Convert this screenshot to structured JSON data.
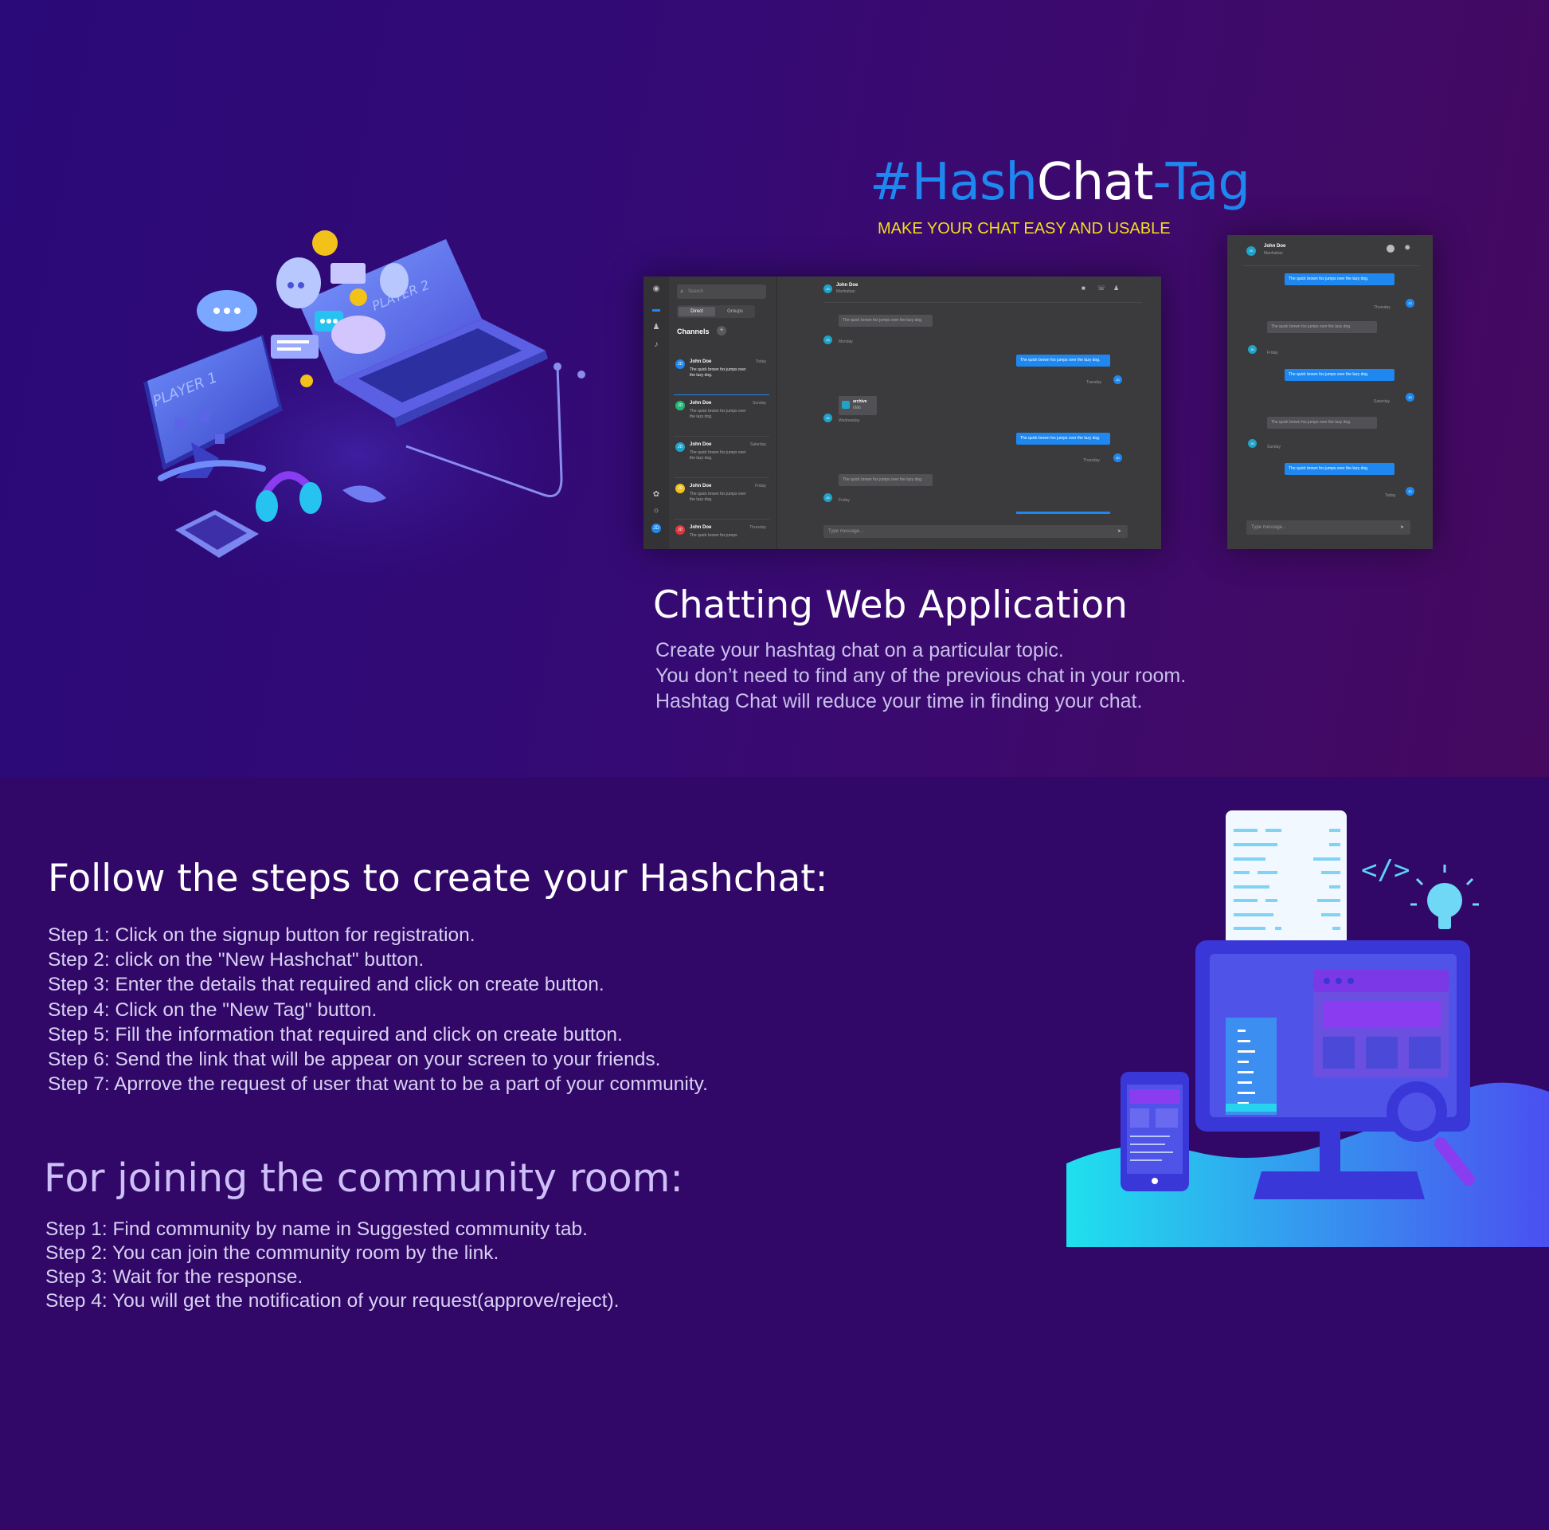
{
  "brand": {
    "hash": "#",
    "part1": "Hash",
    "part2": "Chat",
    "part3": "-Tag",
    "tagline": "MAKE YOUR CHAT EASY AND USABLE",
    "colors": {
      "blue": "#1e88f0",
      "white": "#ffffff",
      "yellow": "#f2df1a"
    }
  },
  "desktop_mock": {
    "search_placeholder": "Search",
    "tabs": [
      "Direct",
      "Groups"
    ],
    "channels_label": "Channels",
    "contacts": [
      {
        "initials": "JD",
        "name": "John Doe",
        "day": "Today",
        "preview": "The quick brown fox jumps over the lazy dog.",
        "color": "#1e88f0"
      },
      {
        "initials": "JD",
        "name": "John Doe",
        "day": "Sunday",
        "preview": "The quick brown fox jumps over the lazy dog.",
        "color": "#22b573"
      },
      {
        "initials": "JD",
        "name": "John Doe",
        "day": "Saturday",
        "preview": "The quick brown fox jumps over the lazy dog.",
        "color": "#1fa3c9"
      },
      {
        "initials": "JD",
        "name": "John Doe",
        "day": "Friday",
        "preview": "The quick brown fox jumps over the lazy dog.",
        "color": "#f2c21a"
      },
      {
        "initials": "JD",
        "name": "John Doe",
        "day": "Thursday",
        "preview": "The quick brown fox jumps",
        "color": "#e0353b"
      }
    ],
    "user_initials": "JD",
    "chat_header": {
      "initials": "JD",
      "name": "John Doe",
      "location": "Manhattan"
    },
    "messages": {
      "in1": "The quick brown fox jumps over the lazy dog.",
      "in1_day": "Monday",
      "out1": "The quick brown fox jumps over the lazy dog.",
      "out1_day": "Tuesday",
      "file_name": "archive",
      "file_size": "6Mb",
      "file_day": "Wednesday",
      "out2": "The quick brown fox jumps over the lazy dog.",
      "out2_day": "Thursday",
      "in2": "The quick brown fox jumps over the lazy dog.",
      "in2_day": "Friday",
      "avatar_initials": "JD"
    },
    "compose_placeholder": "Type message..."
  },
  "mobile_mock": {
    "header": {
      "initials": "JD",
      "name": "John Doe",
      "location": "Manhattan"
    },
    "messages": [
      {
        "text": "The quick brown fox jumps over the lazy dog.",
        "day": "Thursday",
        "dir": "out"
      },
      {
        "text": "The quick brown fox jumps over the lazy dog.",
        "day": "Friday",
        "dir": "in"
      },
      {
        "text": "The quick brown fox jumps over the lazy dog.",
        "day": "Saturday",
        "dir": "out"
      },
      {
        "text": "The quick brown fox jumps over the lazy dog.",
        "day": "Sunday",
        "dir": "in"
      },
      {
        "text": "The quick brown fox jumps over the lazy dog.",
        "day": "Today",
        "dir": "out"
      }
    ],
    "avatar_initials": "JD",
    "compose_placeholder": "Type message..."
  },
  "hero": {
    "title": "Chatting Web Application",
    "desc": [
      "Create your hashtag chat on a particular topic.",
      "You don’t need to find any of the previous chat in your room.",
      "Hashtag Chat will reduce your time in finding your chat."
    ]
  },
  "illustration": {
    "player1": "PLAYER 1",
    "player2": "PLAYER 2",
    "code_tag": "</>"
  },
  "create_section": {
    "title": "Follow the steps to create your Hashchat:",
    "steps": [
      "Step 1: Click on the signup button for registration.",
      "Step 2: click on the \"New Hashchat\" button.",
      "Step 3: Enter the details that required and click on create button.",
      "Step 4: Click on the \"New Tag\" button.",
      "Step 5: Fill the information that required and click on create button.",
      "Step 6: Send the link that will be appear on your screen to your friends.",
      "Step 7: Aprrove the request of user that want to be a part of your community."
    ]
  },
  "join_section": {
    "title": "For joining the community room:",
    "steps": [
      "Step 1: Find community by name in Suggested community tab.",
      "Step 2: You can join the community room by the link.",
      "Step 3: Wait for the response.",
      "Step 4: You will get the notification of your request(approve/reject)."
    ]
  }
}
